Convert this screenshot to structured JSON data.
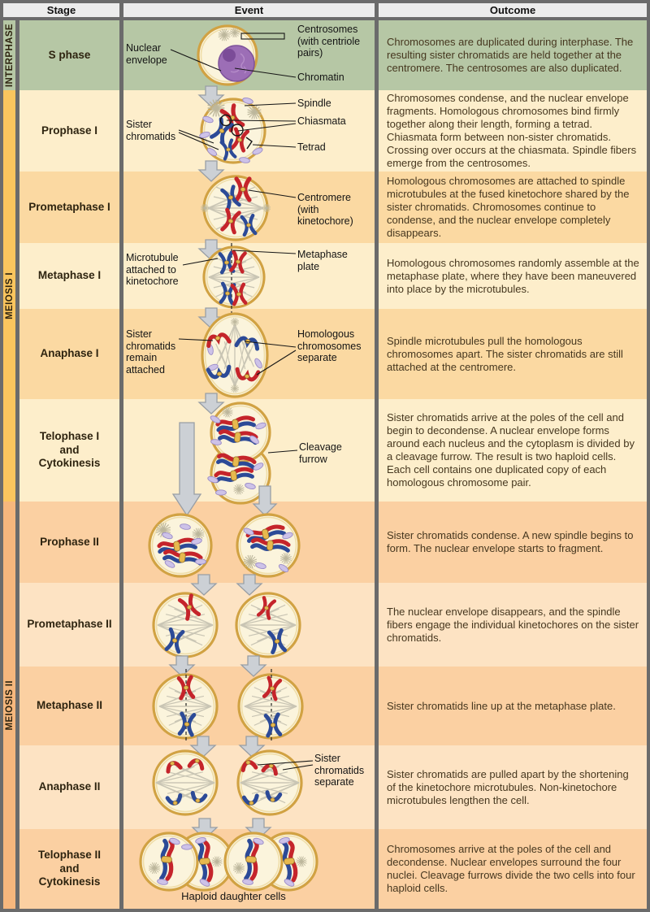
{
  "header": {
    "stage": "Stage",
    "event": "Event",
    "outcome": "Outcome"
  },
  "groups": {
    "interphase": "INTERPHASE",
    "meiosis1": "MEIOSIS I",
    "meiosis2": "MEIOSIS II"
  },
  "rows": [
    {
      "id": "s-phase",
      "stage": "S phase",
      "outcome": "Chromosomes are duplicated during interphase. The resulting sister chromatids are held together at the centromere. The centrosomes are also duplicated."
    },
    {
      "id": "prophase-1",
      "stage": "Prophase I",
      "outcome": "Chromosomes condense, and the nuclear envelope fragments. Homologous chromosomes bind firmly together along their length, forming a tetrad. Chiasmata form between non-sister chromatids. Crossing over occurs at the chiasmata. Spindle fibers emerge from the centrosomes."
    },
    {
      "id": "prometaphase-1",
      "stage": "Prometaphase I",
      "outcome": "Homologous chromosomes are attached to spindle microtubules at the fused kinetochore shared by the sister chromatids. Chromosomes continue to condense, and the nuclear envelope completely disappears."
    },
    {
      "id": "metaphase-1",
      "stage": "Metaphase I",
      "outcome": "Homologous chromosomes randomly assemble at the metaphase plate, where they have been maneuvered into place by the microtubules."
    },
    {
      "id": "anaphase-1",
      "stage": "Anaphase I",
      "outcome": "Spindle microtubules pull the homologous chromosomes apart. The sister chromatids are still attached at the centromere."
    },
    {
      "id": "telophase-1",
      "stage": "Telophase I\nand\nCytokinesis",
      "outcome": "Sister chromatids arrive at the poles of the cell and begin to decondense. A nuclear envelope forms around each nucleus and the cytoplasm is divided by a cleavage furrow. The result is two haploid cells. Each cell contains one duplicated copy of each homologous chromosome pair."
    },
    {
      "id": "prophase-2",
      "stage": "Prophase II",
      "outcome": "Sister chromatids condense. A new spindle begins to form. The nuclear envelope starts to fragment."
    },
    {
      "id": "prometaphase-2",
      "stage": "Prometaphase II",
      "outcome": "The nuclear envelope disappears, and the spindle fibers engage the individual kinetochores on the sister chromatids."
    },
    {
      "id": "metaphase-2",
      "stage": "Metaphase II",
      "outcome": "Sister chromatids line up at the metaphase plate."
    },
    {
      "id": "anaphase-2",
      "stage": "Anaphase II",
      "outcome": "Sister chromatids are pulled apart by the shortening of the kinetochore microtubules. Non-kinetochore microtubules lengthen the cell."
    },
    {
      "id": "telophase-2",
      "stage": "Telophase II\nand\nCytokinesis",
      "outcome": "Chromosomes arrive at the poles of the cell and decondense. Nuclear envelopes surround the four nuclei. Cleavage furrows divide the two cells into four haploid cells."
    }
  ],
  "labels": {
    "nuclear_envelope": "Nuclear\nenvelope",
    "centrosomes": "Centrosomes\n(with centriole\npairs)",
    "chromatin": "Chromatin",
    "sister_chromatids": "Sister\nchromatids",
    "spindle": "Spindle",
    "chiasmata": "Chiasmata",
    "tetrad": "Tetrad",
    "centromere": "Centromere\n(with\nkinetochore)",
    "microtubule": "Microtubule\nattached to\nkinetochore",
    "metaphase_plate": "Metaphase\nplate",
    "sister_remain": "Sister\nchromatids\nremain\nattached",
    "homologous_separate": "Homologous\nchromosomes\nseparate",
    "cleavage_furrow": "Cleavage\nfurrow",
    "sister_separate": "Sister\nchromatids\nseparate",
    "haploid": "Haploid daughter cells"
  },
  "colors": {
    "frame_gray": "#6b6b6b",
    "header_bg": "#ececec",
    "interphase_green": "#b6c7a5",
    "meiosis1_light": "#fdeecb",
    "meiosis1_dark": "#fbd9a2",
    "meiosis2_dark": "#fbd0a2",
    "meiosis2_light": "#fde3c3",
    "band_gold": "#fac55e",
    "band_orange": "#f6b77d",
    "cell_membrane": "#d1a243",
    "cell_fill": "#fbf4dc",
    "chromosome_red": "#c5242b",
    "chromosome_blue": "#2c4a97",
    "centromere_gold": "#e7b94e",
    "nucleus_purple": "#9c6eb6",
    "nucleolus_purple": "#7b4c98",
    "organelle_purple": "#cdc2e8",
    "spindle_gray": "#c9c5b4",
    "arrow_gray": "#ccd0d5"
  }
}
